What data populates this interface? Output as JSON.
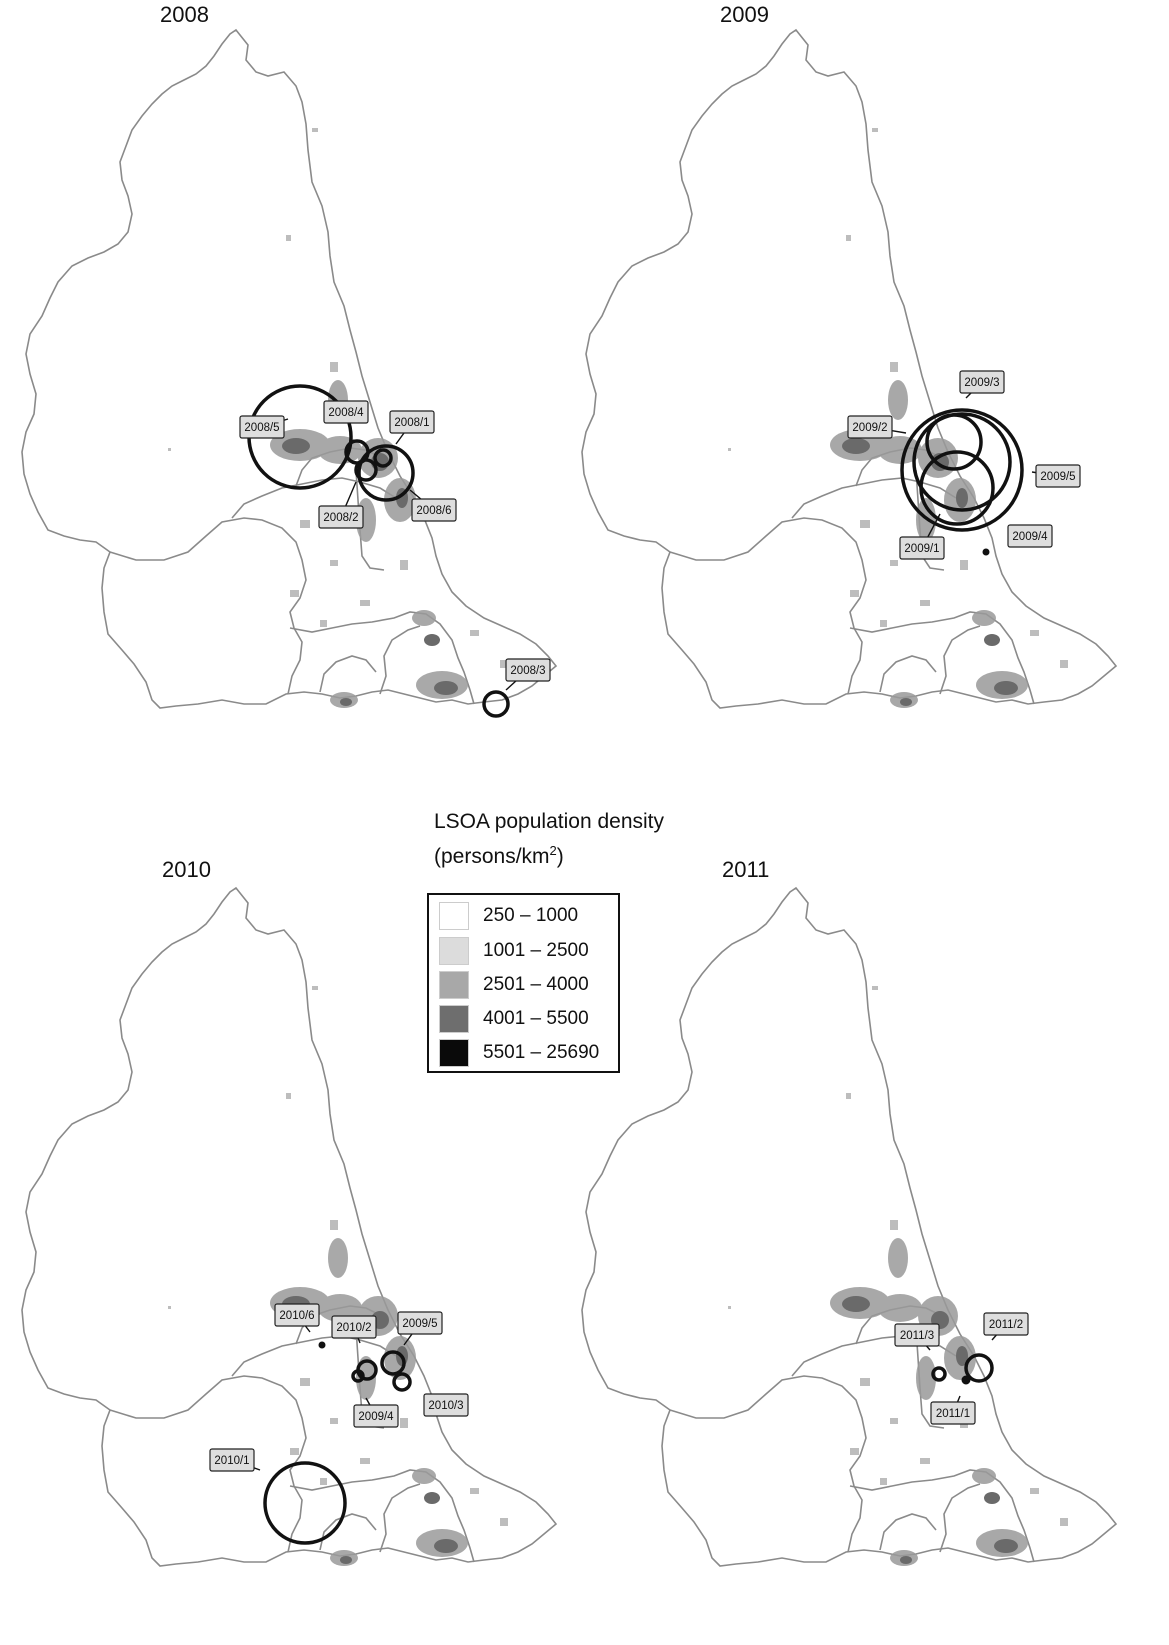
{
  "panels": [
    {
      "title": "2008",
      "markers": [
        {
          "label": "2008/5",
          "size": 51
        },
        {
          "label": "2008/4",
          "size": 11
        },
        {
          "label": "2008/1",
          "size": 8
        },
        {
          "label": "2008/2",
          "size": 10
        },
        {
          "label": "2008/6",
          "size": 27
        },
        {
          "label": "2008/3",
          "size": 12
        }
      ]
    },
    {
      "title": "2009",
      "markers": [
        {
          "label": "2009/3",
          "size": 27
        },
        {
          "label": "2009/2",
          "size": 48
        },
        {
          "label": "2009/5",
          "size": 60
        },
        {
          "label": "2009/1",
          "size": 36
        },
        {
          "label": "2009/4",
          "size": 3
        }
      ]
    },
    {
      "title": "2010",
      "markers": [
        {
          "label": "2010/6",
          "size": 3
        },
        {
          "label": "2010/2",
          "size": 9
        },
        {
          "label": "2009/5",
          "size": 11
        },
        {
          "label": "2009/4",
          "size": 5
        },
        {
          "label": "2010/3",
          "size": 8
        },
        {
          "label": "2010/1",
          "size": 40
        }
      ]
    },
    {
      "title": "2011",
      "markers": [
        {
          "label": "2011/3",
          "size": 6
        },
        {
          "label": "2011/2",
          "size": 13
        },
        {
          "label": "2011/1",
          "size": 4
        }
      ]
    }
  ],
  "legend": {
    "title_line1": "LSOA population density",
    "title_line2_prefix": "(persons/km",
    "title_line2_sup": "2",
    "title_line2_suffix": ")",
    "classes": [
      {
        "label": "250  – 1000",
        "color": "#ffffff"
      },
      {
        "label": "1001 – 2500",
        "color": "#dcdcdc"
      },
      {
        "label": "2501 – 4000",
        "color": "#a8a8a8"
      },
      {
        "label": "4001 – 5500",
        "color": "#6e6e6e"
      },
      {
        "label": "5501 – 25690",
        "color": "#0a0a0a"
      }
    ]
  },
  "colors": {
    "boundary": "#8a8a8a",
    "marker": "#111111",
    "label_fill": "#dedede"
  }
}
